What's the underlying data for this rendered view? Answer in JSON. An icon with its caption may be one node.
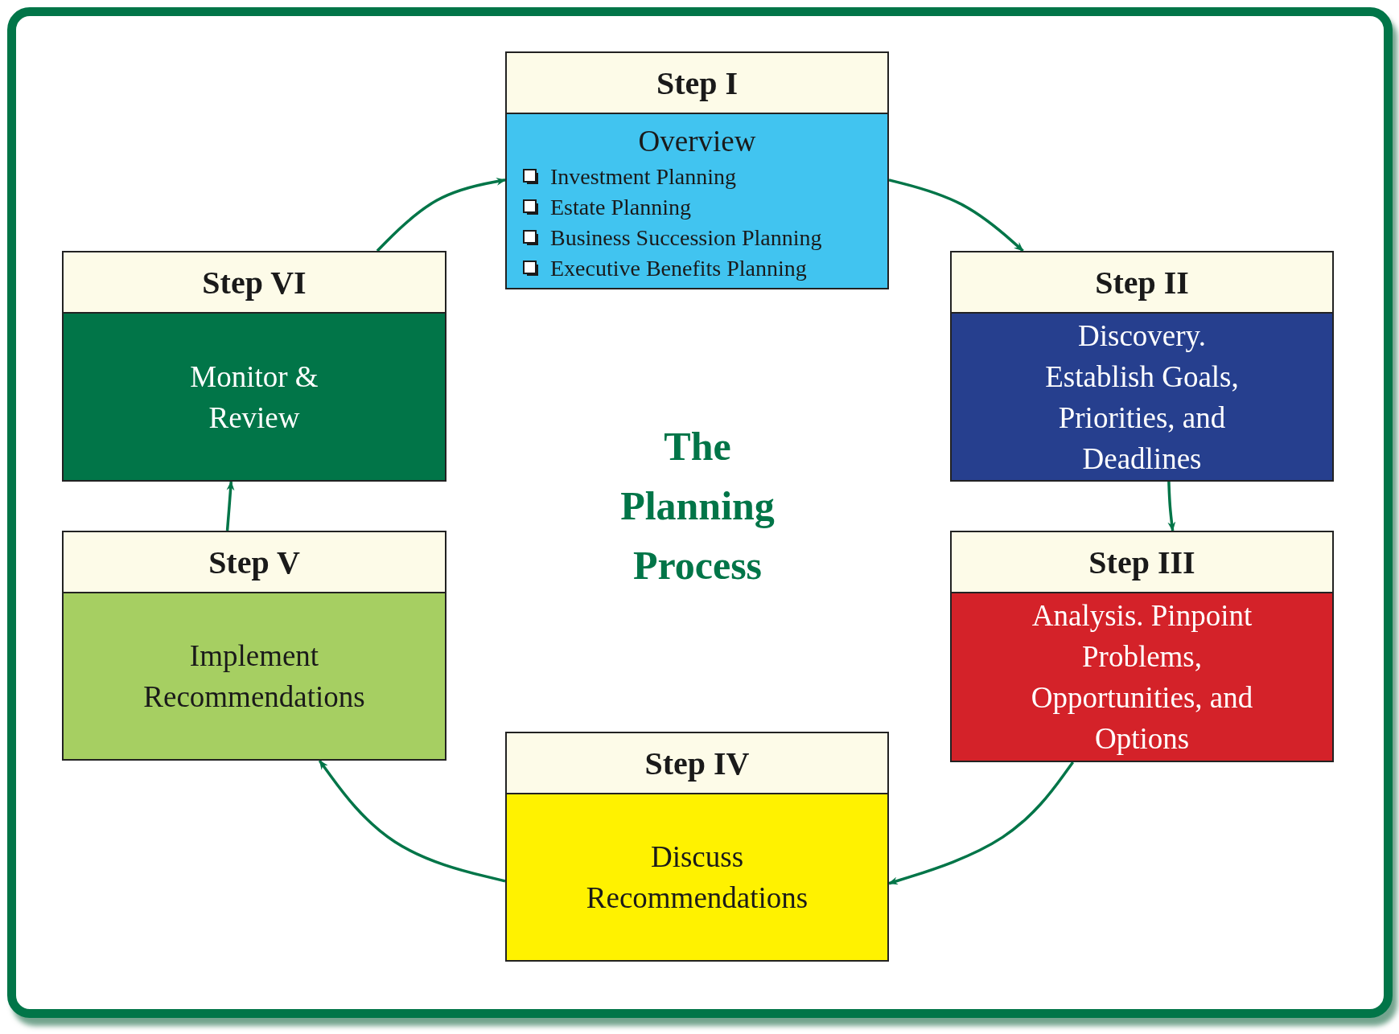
{
  "diagram": {
    "title": "The Planning Process",
    "nodes": [
      {
        "text": [
          "Step I",
          "Overview",
          "Investment Planning",
          "Estate Planning",
          "Business Succession Planning",
          "Executive Benefits Planning"
        ]
      },
      {
        "text": [
          "Step II",
          "Discovery. Establish Goals, Priorities, and Deadlines"
        ]
      },
      {
        "text": [
          "Step III",
          "Analysis. Pinpoint Problems, Opportunities, and Options"
        ]
      },
      {
        "text": [
          "Step IV",
          "Discuss Recommendations"
        ]
      },
      {
        "text": [
          "Step V",
          "Implement Recommendations"
        ]
      },
      {
        "text": [
          "Step VI",
          "Monitor & Review"
        ]
      }
    ],
    "edges": [
      {
        "from": 0,
        "to": 1,
        "arrow": "to"
      },
      {
        "from": 1,
        "to": 2,
        "arrow": "to"
      },
      {
        "from": 2,
        "to": 3,
        "arrow": "to"
      },
      {
        "from": 3,
        "to": 4,
        "arrow": "to"
      },
      {
        "from": 4,
        "to": 5,
        "arrow": "to"
      },
      {
        "from": 5,
        "to": 0,
        "arrow": "to"
      }
    ]
  }
}
